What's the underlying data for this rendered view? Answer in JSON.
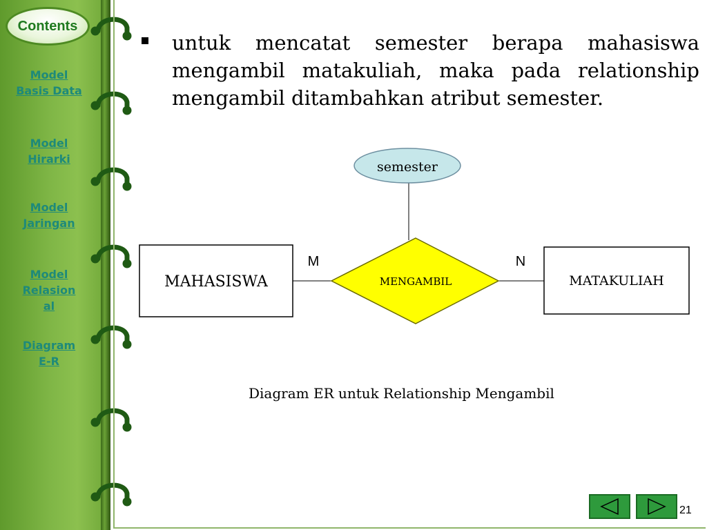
{
  "sidebar": {
    "contents_label": "Contents",
    "links": [
      {
        "id": "model-basis-data",
        "lines": [
          "Model",
          "Basis Data"
        ]
      },
      {
        "id": "model-hirarki",
        "lines": [
          "Model",
          "Hirarki"
        ]
      },
      {
        "id": "model-jaringan",
        "lines": [
          "Model",
          "Jaringan"
        ]
      },
      {
        "id": "model-relasional",
        "lines": [
          "Model",
          "Relasion",
          "al"
        ]
      },
      {
        "id": "diagram-er",
        "lines": [
          "Diagram",
          "E-R"
        ]
      }
    ]
  },
  "bullet": {
    "text": "untuk mencatat semester berapa mahasiswa mengambil matakuliah, maka pada relationship mengambil ditambahkan atribut semester."
  },
  "diagram": {
    "attribute": "semester",
    "entity_left": "MAHASISWA",
    "relationship": "MENGAMBIL",
    "entity_right": "MATAKULIAH",
    "cardinality_left": "M",
    "cardinality_right": "N",
    "colors": {
      "attribute_fill": "#c6e7ea",
      "relationship_fill": "#ffff00",
      "entity_fill": "#ffffff"
    }
  },
  "caption": "Diagram ER untuk Relationship Mengambil",
  "footer": {
    "page_number": "21",
    "prev_icon": "triangle-left-icon",
    "next_icon": "triangle-right-icon"
  }
}
